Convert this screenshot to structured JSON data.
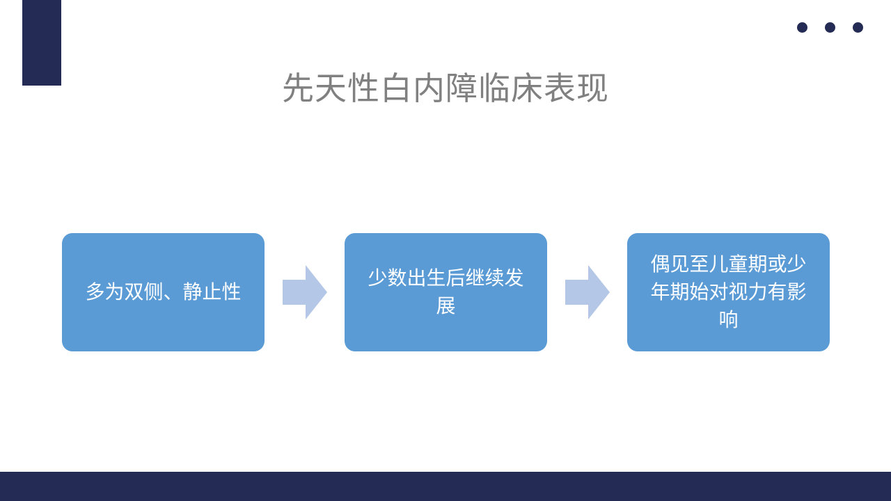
{
  "slide": {
    "title": "先天性白内障临床表现",
    "colors": {
      "navy": "#242c55",
      "box_blue": "#5b9bd5",
      "arrow_blue": "#b4c7e7",
      "title_gray": "#808080",
      "background": "#ffffff",
      "box_text": "#ffffff"
    },
    "decor": {
      "corner_block": "navy-corner-block",
      "dots": [
        "dot",
        "dot",
        "dot"
      ],
      "bottom_bar": "navy-bottom-bar"
    },
    "flow": {
      "steps": [
        {
          "label": "多为双侧、静止性"
        },
        {
          "label": "少数出生后继续发展"
        },
        {
          "label": "偶见至儿童期或少年期始对视力有影响"
        }
      ],
      "arrows": [
        {
          "icon": "right-arrow-icon"
        },
        {
          "icon": "right-arrow-icon"
        }
      ]
    }
  }
}
